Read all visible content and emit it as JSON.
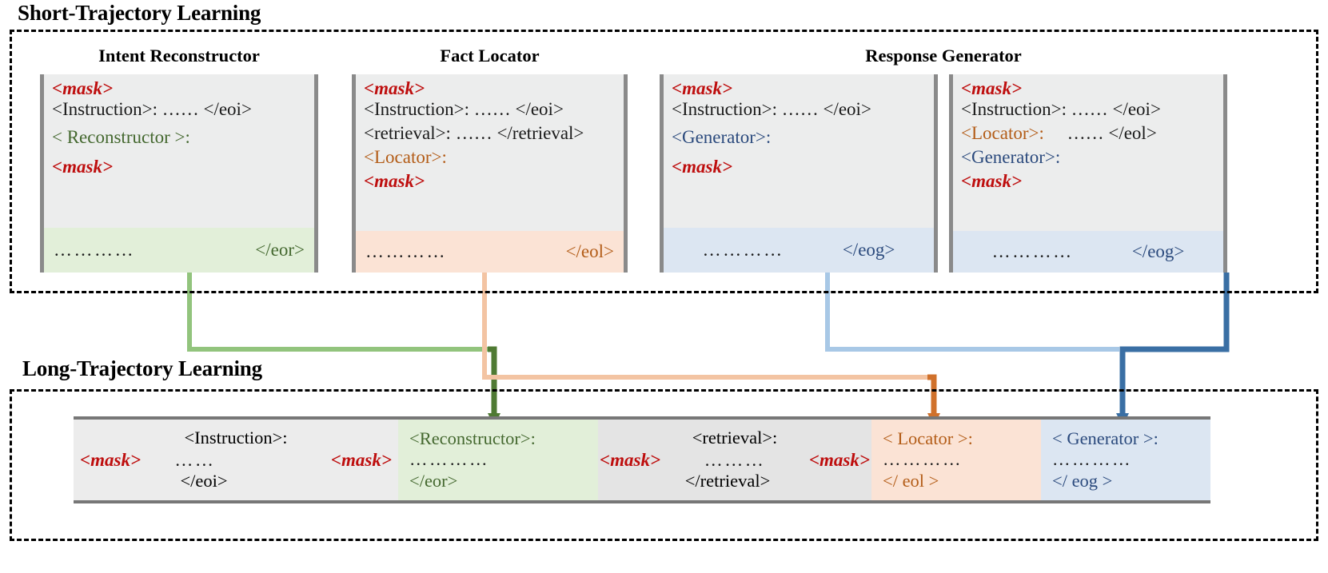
{
  "sections": {
    "short": {
      "title": "Short-Trajectory Learning"
    },
    "long": {
      "title": "Long-Trajectory Learning"
    }
  },
  "panel_headings": {
    "intent_reconstructor": "Intent Reconstructor",
    "fact_locator": "Fact Locator",
    "response_generator": "Response Generator"
  },
  "tokens": {
    "mask": "<mask>",
    "dots_short": "……",
    "dots_mid": "………",
    "dots_long": "…………",
    "instruction": "<Instruction>:",
    "retrieval_open": "<retrieval>:",
    "reconstructor_open": "< Reconstructor >:",
    "reconstructor_open_bar": "<Reconstructor>:",
    "locator_open": "<Locator>:",
    "locator_open_bar": "< Locator >:",
    "generator_open": "<Generator>:",
    "generator_open_bar": "< Generator >:",
    "eoi": "</eoi>",
    "eor": "</eor>",
    "eol": "</eol>",
    "eog": "</eog>",
    "retrieval_close": "</retrieval>",
    "eor_bar": "</eor>",
    "retrieval_close_bar": "</retrieval>",
    "eol_bar": "</ eol >",
    "eog_bar": "</ eog >"
  },
  "panels": [
    {
      "id": "intent-reconstructor",
      "heading": "Intent Reconstructor",
      "lines": [
        {
          "kind": "mask",
          "text": "<mask>"
        },
        {
          "kind": "plain",
          "text": "<Instruction>: ……    </eoi>"
        },
        {
          "kind": "green",
          "text": "< Reconstructor >:"
        },
        {
          "kind": "mask",
          "text": "<mask>"
        }
      ],
      "footer": {
        "dots": "…………",
        "tag": "</eor>",
        "tone": "green"
      }
    },
    {
      "id": "fact-locator",
      "heading": "Fact Locator",
      "lines": [
        {
          "kind": "mask",
          "text": "<mask>"
        },
        {
          "kind": "plain",
          "text": "<Instruction>: …… </eoi>"
        },
        {
          "kind": "plain",
          "text": "<retrieval>: …… </retrieval>"
        },
        {
          "kind": "orange",
          "text": "<Locator>:"
        },
        {
          "kind": "mask",
          "text": "<mask>"
        }
      ],
      "footer": {
        "dots": "…………",
        "tag": "</eol>",
        "tone": "orange"
      }
    },
    {
      "id": "response-generator-a",
      "heading": "Response Generator",
      "lines": [
        {
          "kind": "mask",
          "text": "<mask>"
        },
        {
          "kind": "plain",
          "text": "<Instruction>: …… </eoi>"
        },
        {
          "kind": "blue",
          "text": "<Generator>:"
        },
        {
          "kind": "mask",
          "text": "<mask>"
        }
      ],
      "footer": {
        "dots": "…………",
        "tag": "</eog>",
        "tone": "blue"
      }
    },
    {
      "id": "response-generator-b",
      "heading": "",
      "lines": [
        {
          "kind": "mask",
          "text": "<mask>"
        },
        {
          "kind": "plain",
          "text": "<Instruction>: …… </eoi>"
        },
        {
          "kind": "orange-mixed",
          "text": "<Locator>:      …… </eol>"
        },
        {
          "kind": "blue",
          "text": "<Generator>:"
        },
        {
          "kind": "mask",
          "text": "<mask>"
        }
      ],
      "footer": {
        "dots": "…………",
        "tag": "</eog>",
        "tone": "blue"
      }
    }
  ],
  "long_bar": {
    "cells": [
      {
        "id": "cell-instruction",
        "tone": "grey",
        "top": "<Instruction>:",
        "mid_left": "<mask>",
        "mid": "……",
        "mid_right": "<mask>",
        "bot": "</eoi>"
      },
      {
        "id": "cell-reconstructor",
        "tone": "green",
        "top": "<Reconstructor>:",
        "mid": "…………",
        "bot": "</eor>"
      },
      {
        "id": "cell-retrieval",
        "tone": "grey2",
        "top": "<retrieval>:",
        "mid_left": "<mask>",
        "mid": "………",
        "mid_right": "<mask>",
        "bot": "</retrieval>"
      },
      {
        "id": "cell-locator",
        "tone": "orange",
        "top": "< Locator >:",
        "mid": "…………",
        "bot": "</ eol >"
      },
      {
        "id": "cell-generator",
        "tone": "blue",
        "top": "< Generator >:",
        "mid": "…………",
        "bot": "</ eog >"
      }
    ]
  },
  "colors": {
    "mask_red": "#BE0E0E",
    "green_text": "#44682f",
    "orange_text": "#b35c17",
    "blue_text": "#2b4a7d",
    "green_light_conn": "#92c47d",
    "green_dark_conn": "#4f7a33",
    "orange_light_conn": "#f3c4a3",
    "orange_dark_conn": "#d0712b",
    "blue_light_conn": "#a8c8e6",
    "blue_dark_conn": "#3a6fa4",
    "panel_bg": "#eceded",
    "green_bg": "#e2efd9",
    "orange_bg": "#fbe3d5",
    "blue_bg": "#dce6f2",
    "border_grey": "#8a8a8a"
  },
  "connectors": [
    {
      "name": "reconstructor-to-bar",
      "from": "intent-reconstructor-footer",
      "to": "cell-reconstructor",
      "color": "green"
    },
    {
      "name": "locator-to-bar",
      "from": "fact-locator-footer",
      "to": "cell-locator",
      "color": "orange"
    },
    {
      "name": "generator-a-to-bar",
      "from": "response-generator-a-footer",
      "to": "cell-generator",
      "color": "blue"
    },
    {
      "name": "generator-b-to-bar",
      "from": "response-generator-b-footer",
      "to": "cell-generator",
      "color": "blue"
    }
  ]
}
